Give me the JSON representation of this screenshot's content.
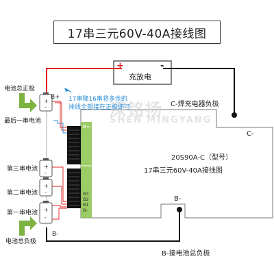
{
  "title": "17串三元60V-40A接线图",
  "charger": {
    "label": "充放电",
    "plus": "+",
    "minus": "-"
  },
  "labels": {
    "c_desc": "C-焊充电器负极",
    "c_minus": "C-",
    "b_minus": "B-",
    "b_desc": "B-接电池总负极",
    "model": "20S90A-C（型号）",
    "board_title": "17串三元60V-40A接线图",
    "total_pos": "电池总正极",
    "last_cell": "最后一串电池",
    "third": "第三串电池",
    "second": "第二串电池",
    "first": "第一串电池",
    "total_neg": "电池总负极",
    "bplus_wire": "B+",
    "bminus_wire": "B-",
    "note_line1": "17串降16串将多余的",
    "note_line2": "排线全部接在正极即可"
  },
  "connector": {
    "top_label": "B+",
    "bottom_labels": [
      "B3",
      "B2",
      "B1",
      "B-"
    ]
  },
  "cells": {
    "plus": "+",
    "minus": "-"
  },
  "watermark": {
    "cn": "深铭扬",
    "en": "SHEN MINGYANG"
  },
  "colors": {
    "accent_red": "#e02020",
    "note_blue": "#2a8fd8",
    "arrow_green": "#7cb342",
    "board_green": "#8bc34a"
  }
}
